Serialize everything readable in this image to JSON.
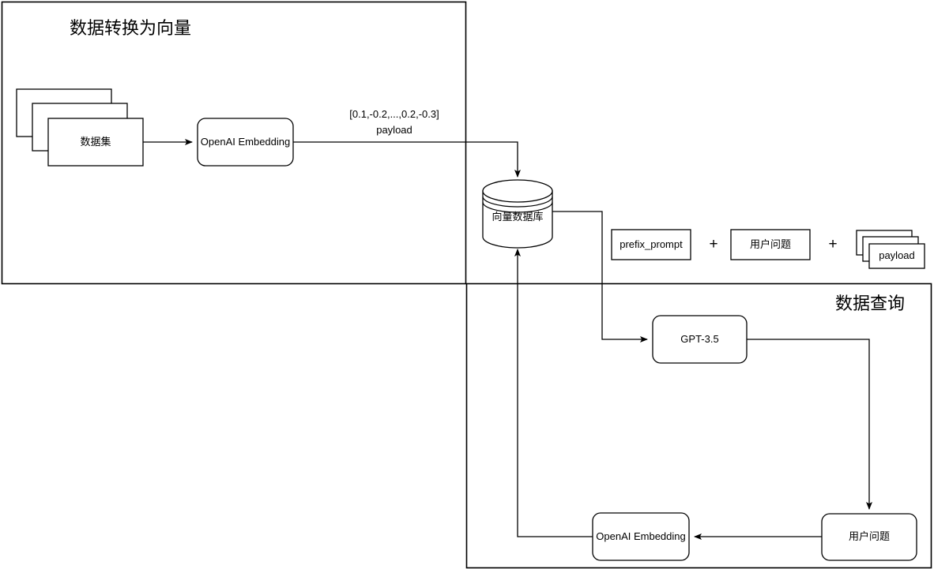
{
  "diagram": {
    "title_ingest": "数据转换为向量",
    "title_query": "数据查询",
    "nodes": {
      "dataset": "数据集",
      "embedding_top": "OpenAI Embedding",
      "vector_db": "向量数据库",
      "prefix_prompt": "prefix_prompt",
      "user_question_top": "用户问题",
      "payload_stack": "payload",
      "gpt": "GPT-3.5",
      "embedding_bottom": "OpenAI Embedding",
      "user_question_bottom": "用户问题"
    },
    "edge_labels": {
      "vector_line1": "[0.1,-0.2,...,0.2,-0.3]",
      "vector_line2": "payload"
    },
    "operators": {
      "plus_one": "+",
      "plus_two": "+"
    },
    "colors": {
      "stroke": "#000000",
      "fill": "#ffffff",
      "text": "#000000"
    }
  }
}
